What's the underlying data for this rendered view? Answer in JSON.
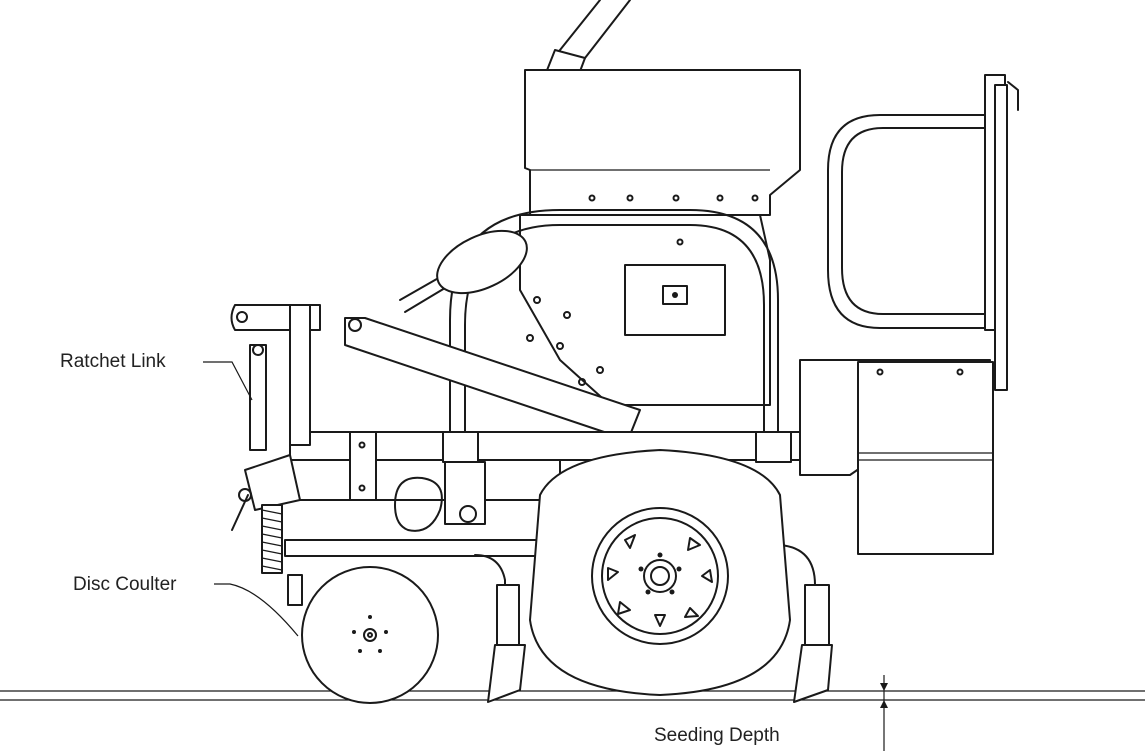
{
  "labels": {
    "ratchet_link": "Ratchet Link",
    "disc_coulter": "Disc Coulter",
    "seeding_depth": "Seeding Depth"
  },
  "colors": {
    "line": "#1a1a1a",
    "background": "#ffffff",
    "text": "#222222"
  }
}
